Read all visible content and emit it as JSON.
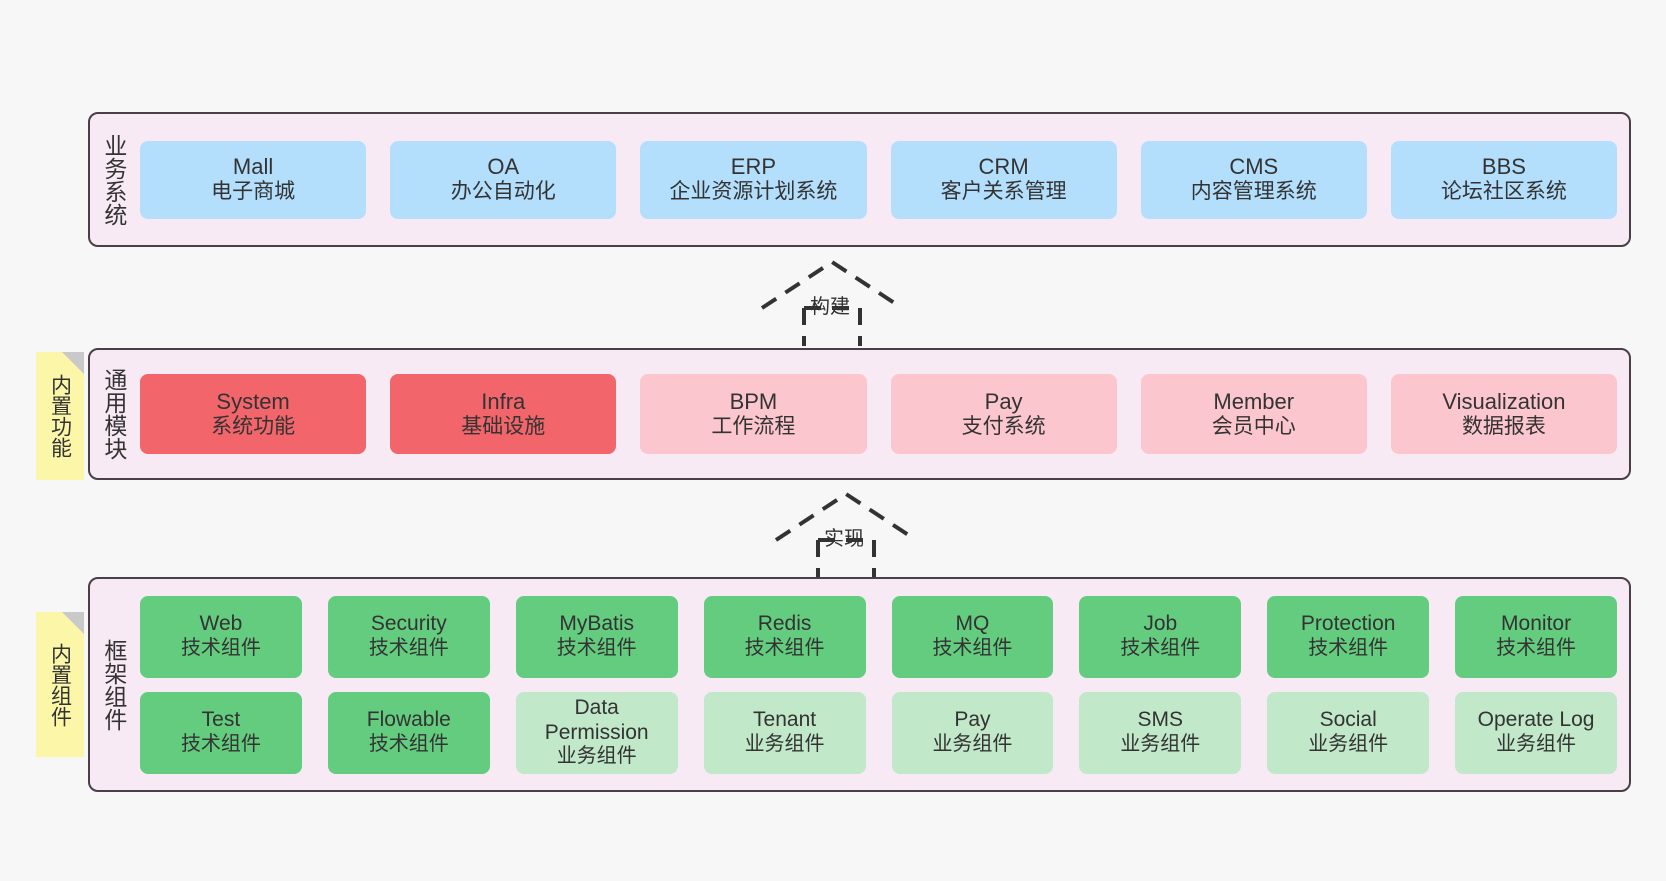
{
  "diagram": {
    "background_color": "#f7f7f7",
    "panel_color": "#f8eaf4",
    "panel_border_color": "#4a3f47",
    "sticky_color": "#fcf6a8"
  },
  "layers": {
    "business": {
      "title": "业务系统",
      "box_color": "#b3dffc",
      "items": [
        {
          "en": "Mall",
          "cn": "电子商城"
        },
        {
          "en": "OA",
          "cn": "办公自动化"
        },
        {
          "en": "ERP",
          "cn": "企业资源计划系统"
        },
        {
          "en": "CRM",
          "cn": "客户关系管理"
        },
        {
          "en": "CMS",
          "cn": "内容管理系统"
        },
        {
          "en": "BBS",
          "cn": "论坛社区系统"
        }
      ]
    },
    "modules": {
      "title": "通用模块",
      "sticky": "内置功能",
      "strong_color": "#f2656b",
      "soft_color": "#fbc6cd",
      "items": [
        {
          "en": "System",
          "cn": "系统功能",
          "tone": "strong"
        },
        {
          "en": "Infra",
          "cn": "基础设施",
          "tone": "strong"
        },
        {
          "en": "BPM",
          "cn": "工作流程",
          "tone": "soft"
        },
        {
          "en": "Pay",
          "cn": "支付系统",
          "tone": "soft"
        },
        {
          "en": "Member",
          "cn": "会员中心",
          "tone": "soft"
        },
        {
          "en": "Visualization",
          "cn": "数据报表",
          "tone": "soft"
        }
      ]
    },
    "framework": {
      "title": "框架组件",
      "sticky": "内置组件",
      "strong_color": "#64cc7f",
      "soft_color": "#c2e8ca",
      "row_top": [
        {
          "en": "Web",
          "cn": "技术组件",
          "tone": "strong"
        },
        {
          "en": "Security",
          "cn": "技术组件",
          "tone": "strong"
        },
        {
          "en": "MyBatis",
          "cn": "技术组件",
          "tone": "strong"
        },
        {
          "en": "Redis",
          "cn": "技术组件",
          "tone": "strong"
        },
        {
          "en": "MQ",
          "cn": "技术组件",
          "tone": "strong"
        },
        {
          "en": "Job",
          "cn": "技术组件",
          "tone": "strong"
        },
        {
          "en": "Protection",
          "cn": "技术组件",
          "tone": "strong"
        },
        {
          "en": "Monitor",
          "cn": "技术组件",
          "tone": "strong"
        }
      ],
      "row_bottom": [
        {
          "en": "Test",
          "cn": "技术组件",
          "tone": "strong"
        },
        {
          "en": "Flowable",
          "cn": "技术组件",
          "tone": "strong"
        },
        {
          "en": "Data Permission",
          "cn": "业务组件",
          "tone": "soft"
        },
        {
          "en": "Tenant",
          "cn": "业务组件",
          "tone": "soft"
        },
        {
          "en": "Pay",
          "cn": "业务组件",
          "tone": "soft"
        },
        {
          "en": "SMS",
          "cn": "业务组件",
          "tone": "soft"
        },
        {
          "en": "Social",
          "cn": "业务组件",
          "tone": "soft"
        },
        {
          "en": "Operate Log",
          "cn": "业务组件",
          "tone": "soft"
        }
      ]
    }
  },
  "arrows": [
    {
      "label": "构建",
      "from": "通用模块",
      "to": "业务系统",
      "style": "dashed-generalization"
    },
    {
      "label": "实现",
      "from": "框架组件",
      "to": "通用模块",
      "style": "dashed-generalization"
    }
  ]
}
